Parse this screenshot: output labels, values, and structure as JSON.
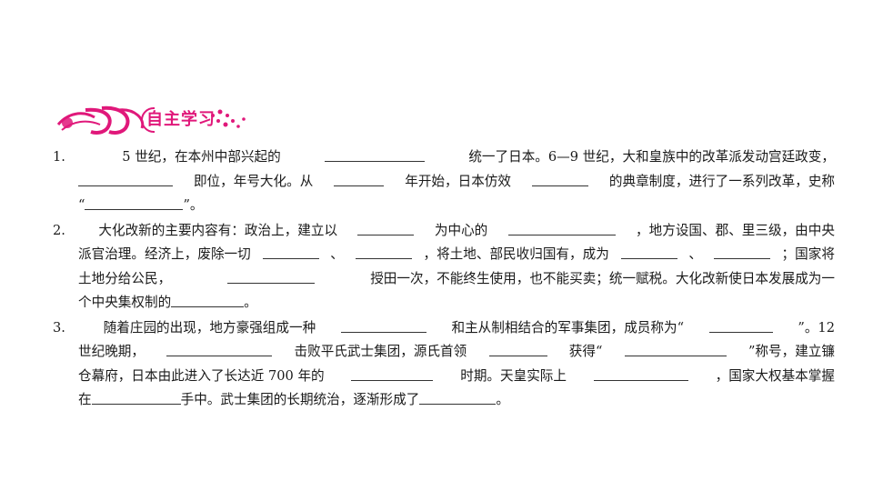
{
  "section_title": "自主学习",
  "colors": {
    "accent": "#e0187a"
  },
  "paragraphs": [
    {
      "num": "1.",
      "lines": [
        [
          "5 世纪，在本州中部兴起的",
          {
            "b": 110
          },
          "统一了日本。6—9 世纪，大和皇族中的改革派发动宫廷政变，"
        ],
        [
          {
            "b": 104
          },
          "即位，年号大化。从",
          {
            "b": 55
          },
          "年开始，日本仿效",
          {
            "b": 62
          },
          "的典章制度，进行了一系列改革，史称"
        ],
        [
          "“",
          {
            "b": 108
          },
          "”。"
        ]
      ]
    },
    {
      "num": "2.",
      "lines": [
        [
          "大化改新的主要内容有：政治上，建立以",
          {
            "b": 62
          },
          "为中心的",
          {
            "b": 118
          },
          "，地方设国、郡、里三级，由中央"
        ],
        [
          "派官治理。经济上，废除一切",
          {
            "b": 62
          },
          "、",
          {
            "b": 62
          },
          "，将土地、部民收归国有，成为",
          {
            "b": 62
          },
          "、",
          {
            "b": 62
          },
          "；国家将"
        ],
        [
          "土地分给公民，",
          {
            "b": 96
          },
          "授田一次，不能终生使用，也不能买卖；统一赋税。大化改新使日本发展成为一"
        ],
        [
          "个中央集权制的",
          {
            "b": 80
          },
          "。"
        ]
      ]
    },
    {
      "num": "3.",
      "lines": [
        [
          "随着庄园的出现，地方豪强组成一种",
          {
            "b": 94
          },
          "和主从制相结合的军事集团，成员称为“",
          {
            "b": 70
          },
          "”。12"
        ],
        [
          "世纪晚期，",
          {
            "b": 116
          },
          "击败平氏武士集团，源氏首领",
          {
            "b": 64
          },
          "获得“",
          {
            "b": 112
          },
          "”称号，建立镰"
        ],
        [
          "仓幕府，日本由此进入了长达近 700 年的",
          {
            "b": 90
          },
          "时期。天皇实际上",
          {
            "b": 104
          },
          "，国家大权基本掌握"
        ],
        [
          "在",
          {
            "b": 98
          },
          "手中。武士集团的长期统治，逐渐形成了",
          {
            "b": 84
          },
          "。"
        ]
      ]
    }
  ]
}
